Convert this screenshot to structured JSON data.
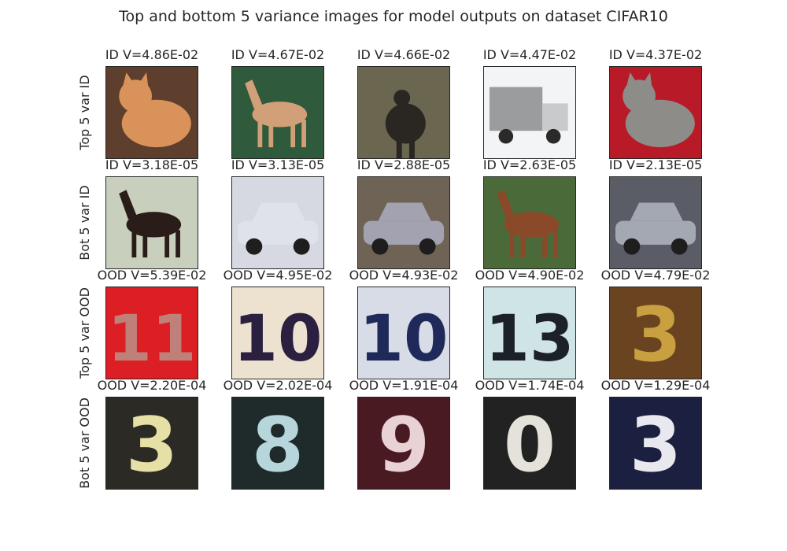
{
  "title": "Top and bottom 5 variance images for model outputs on dataset CIFAR10",
  "colors": {
    "text": "#262626",
    "frame": "#262626"
  },
  "chart_data": {
    "type": "image_grid",
    "rows": [
      {
        "label": "Top 5 var ID",
        "images": [
          {
            "title": "ID V=4.86E-02",
            "subject": "cat",
            "bg": "#5e3e2c",
            "fg": "#d9935a"
          },
          {
            "title": "ID V=4.67E-02",
            "subject": "horse",
            "bg": "#2f5a3c",
            "fg": "#d2a078"
          },
          {
            "title": "ID V=4.66E-02",
            "subject": "deer",
            "bg": "#6a6650",
            "fg": "#2a2622"
          },
          {
            "title": "ID V=4.47E-02",
            "subject": "truck",
            "bg": "#f2f4f6",
            "fg": "#9a9c9e"
          },
          {
            "title": "ID V=4.37E-02",
            "subject": "cat",
            "bg": "#b81a28",
            "fg": "#8d8c88"
          }
        ]
      },
      {
        "label": "Bot 5 var ID",
        "images": [
          {
            "title": "ID V=3.18E-05",
            "subject": "horse",
            "bg": "#c8cfbc",
            "fg": "#2a1d19"
          },
          {
            "title": "ID V=3.13E-05",
            "subject": "car",
            "bg": "#d6d8e2",
            "fg": "#dfe2ea"
          },
          {
            "title": "ID V=2.88E-05",
            "subject": "car",
            "bg": "#6f6355",
            "fg": "#a3a2b0"
          },
          {
            "title": "ID V=2.63E-05",
            "subject": "horse",
            "bg": "#4a6a3a",
            "fg": "#8a4a2a"
          },
          {
            "title": "ID V=2.13E-05",
            "subject": "car",
            "bg": "#5a5c66",
            "fg": "#a4a8b2"
          }
        ]
      },
      {
        "label": "Top 5 var OOD",
        "images": [
          {
            "title": "OOD V=5.39E-02",
            "subject": "11",
            "bg": "#dc1f24",
            "fg": "#c0807a"
          },
          {
            "title": "OOD V=4.95E-02",
            "subject": "10",
            "bg": "#ede2d0",
            "fg": "#2b2040"
          },
          {
            "title": "OOD V=4.93E-02",
            "subject": "10",
            "bg": "#d7dce6",
            "fg": "#1f2a5a"
          },
          {
            "title": "OOD V=4.90E-02",
            "subject": "13",
            "bg": "#cfe4e4",
            "fg": "#1c2028"
          },
          {
            "title": "OOD V=4.79E-02",
            "subject": "3",
            "bg": "#6a4420",
            "fg": "#c8a040"
          }
        ]
      },
      {
        "label": "Bot 5 var OOD",
        "images": [
          {
            "title": "OOD V=2.20E-04",
            "subject": "3",
            "bg": "#2b2a25",
            "fg": "#e6dfa6"
          },
          {
            "title": "OOD V=2.02E-04",
            "subject": "8",
            "bg": "#1f2a2a",
            "fg": "#b6d6dc"
          },
          {
            "title": "OOD V=1.91E-04",
            "subject": "9",
            "bg": "#4a1a22",
            "fg": "#e8d2d6"
          },
          {
            "title": "OOD V=1.74E-04",
            "subject": "0",
            "bg": "#222222",
            "fg": "#e4e2da"
          },
          {
            "title": "OOD V=1.29E-04",
            "subject": "3",
            "bg": "#1c2040",
            "fg": "#e8e8ee"
          }
        ]
      }
    ]
  }
}
